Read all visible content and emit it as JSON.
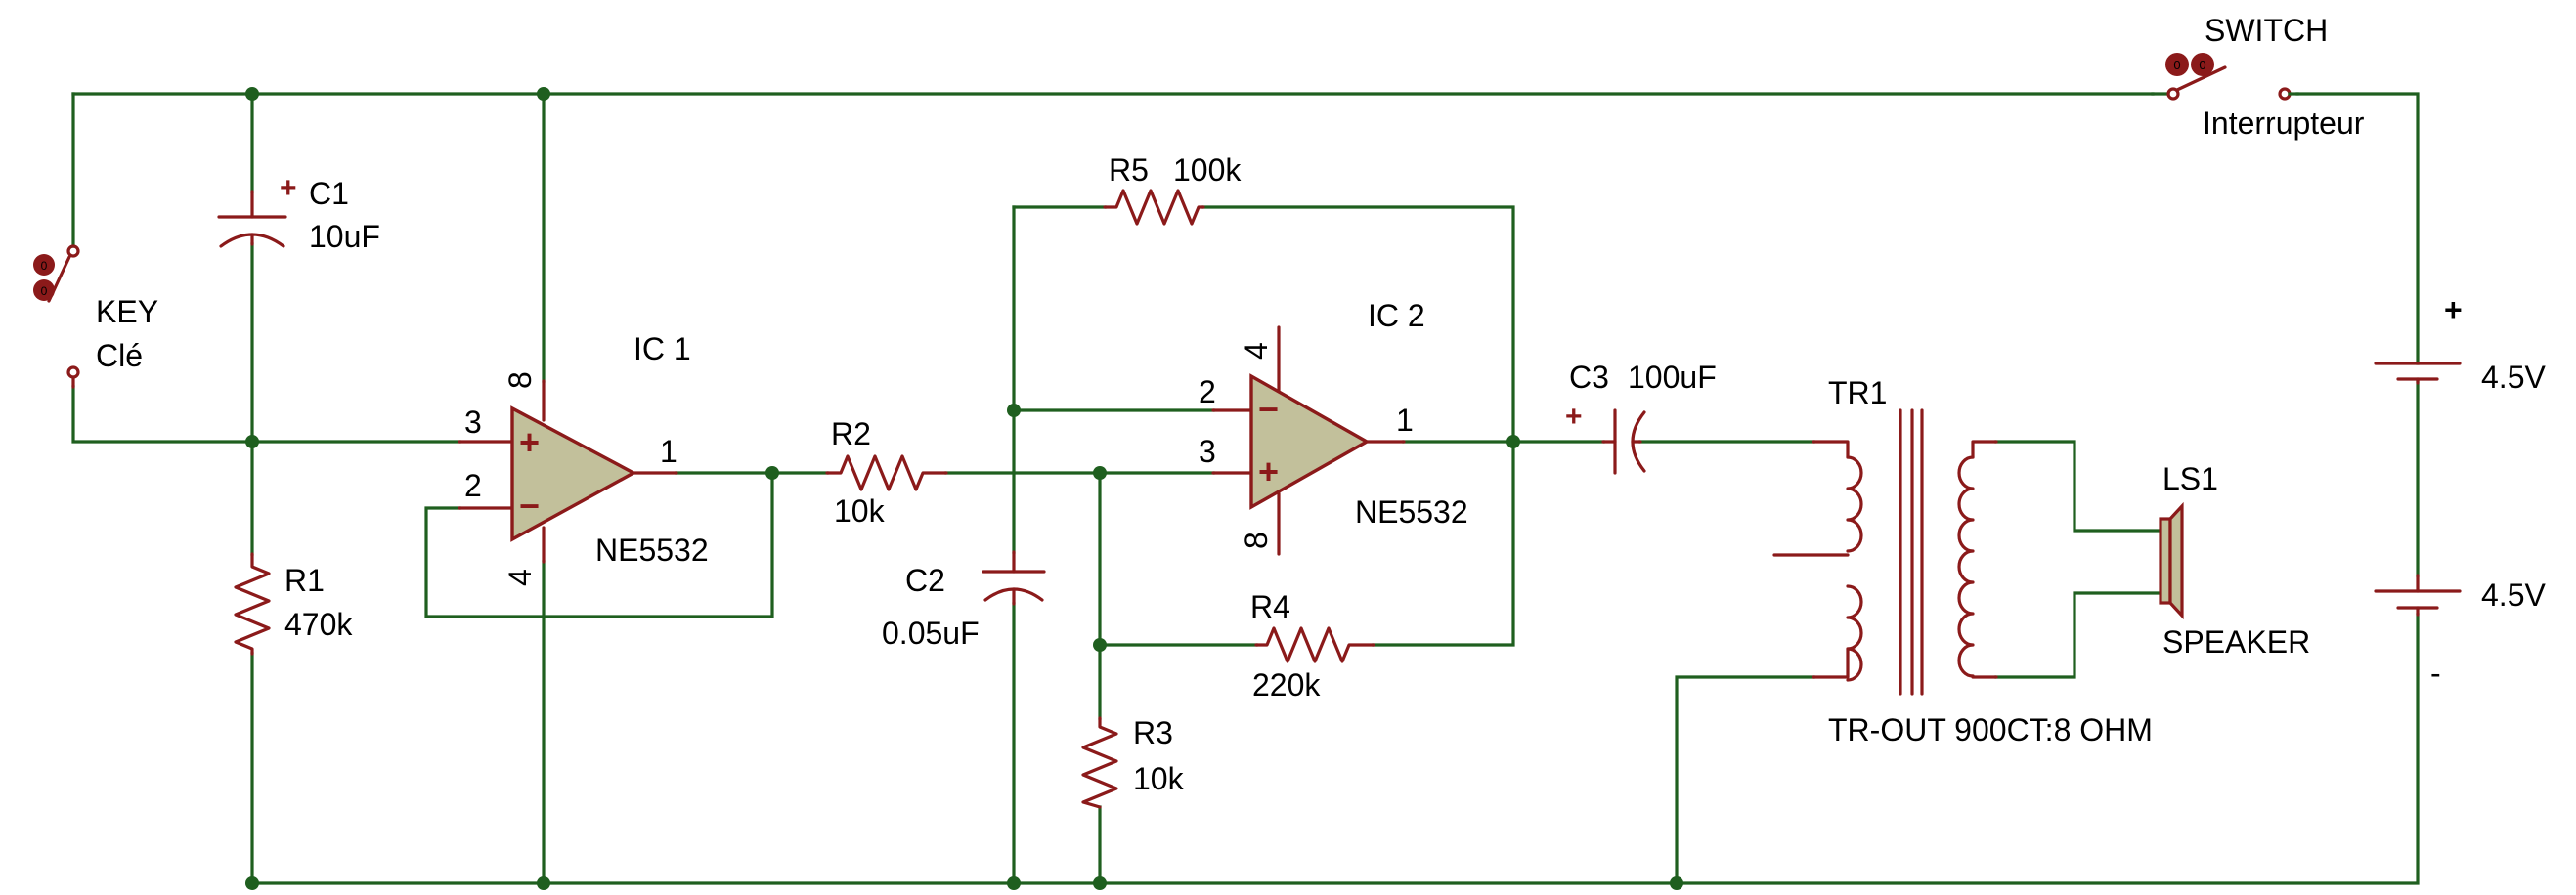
{
  "labels": {
    "switch_name": "SWITCH",
    "switch_alt": "Interrupteur",
    "key_name": "KEY",
    "key_alt": "Clé",
    "c1_ref": "C1",
    "c1_val": "10uF",
    "r1_ref": "R1",
    "r1_val": "470k",
    "ic1_ref": "IC 1",
    "ic1_part": "NE5532",
    "ic1_pin_pos": "3",
    "ic1_pin_neg": "2",
    "ic1_pin_out": "1",
    "ic1_pin_vcc": "8",
    "ic1_pin_gnd": "4",
    "r2_ref": "R2",
    "r2_val": "10k",
    "c2_ref": "C2",
    "c2_val": "0.05uF",
    "r3_ref": "R3",
    "r3_val": "10k",
    "r4_ref": "R4",
    "r4_val": "220k",
    "r5_ref": "R5",
    "r5_val": "100k",
    "ic2_ref": "IC 2",
    "ic2_part": "NE5532",
    "ic2_pin_neg": "2",
    "ic2_pin_pos": "3",
    "ic2_pin_out": "1",
    "ic2_pin_top": "4",
    "ic2_pin_bot": "8",
    "c3_ref": "C3",
    "c3_val": "100uF",
    "tr1_ref": "TR1",
    "tr1_val": "TR-OUT 900CT:8 OHM",
    "ls1_ref": "LS1",
    "ls1_val": "SPEAKER",
    "bat_top_val": "4.5V",
    "bat_bot_val": "4.5V",
    "bat_plus": "+",
    "bat_minus": "-",
    "op_plus": "+",
    "op_minus": "−",
    "cap_plus": "+"
  },
  "colors": {
    "wire": "#1f5f1f",
    "component": "#8b1a1a",
    "opamp_fill": "#c2c09b",
    "text": "#000000"
  }
}
